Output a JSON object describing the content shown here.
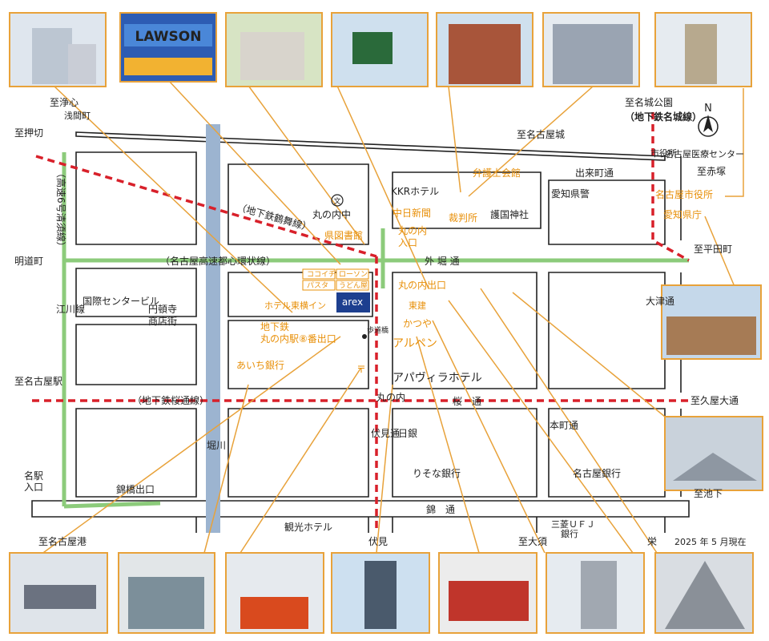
{
  "map": {
    "date_note": "2025 年 5 月現在",
    "compass": "N",
    "edges": {
      "jyoshin": "至浄心",
      "oshikiri": "至押切",
      "meidocho": "明道町",
      "meieki": "至名古屋駅",
      "meiko": "至名古屋港",
      "meijo_park": "至名城公園",
      "nagoya_castle": "至名古屋城",
      "akatsuka": "至赤塚",
      "hirata": "至平田町",
      "hisaya": "至久屋大通",
      "ikeshita": "至池下",
      "osu": "至大須",
      "sakae": "栄",
      "fushimi": "伏見"
    },
    "lines": {
      "tsurumai": "（地下鉄鶴舞線）",
      "sakuradori": "（地下鉄桜通線）",
      "meijo": "（地下鉄名城線）",
      "route6": "（高速6号清須線）",
      "loop": "（名古屋高速都心環状線）",
      "sengencho": "浅間町",
      "shiyakusho": "市役所"
    },
    "roads": {
      "sotobori": "外 堀 通",
      "sakura": "桜　通",
      "nishiki": "錦　通",
      "fushimi": "伏見通",
      "marunouchi": "丸の内",
      "egawa": "江川線",
      "horikawa": "堀川",
      "kokusai": "国際センタービル",
      "otsu": "大津通",
      "honmachi": "本町通",
      "demachi": "出来町通"
    },
    "places": {
      "marunouchi_jhs": "丸の内中",
      "school_mark": "文",
      "kkr": "KKRホテル",
      "kentoshokan": "県図書館",
      "chunichi": "中日新聞",
      "marunouchi_exit1": "丸の内",
      "marunouchi_exit2": "入口",
      "bengoshi": "弁護士会館",
      "saibansho": "裁判所",
      "gokoku": "護国神社",
      "aichi_police": "愛知県警",
      "medical": "名古屋医療センター",
      "city_hall": "名古屋市役所",
      "pref_office": "愛知県庁",
      "coco": "ココイチ",
      "lawson": "ローソン",
      "pasta": "パスタ",
      "udon": "うどん屋",
      "hotel_toyoko": "ホテル東横イン",
      "arex": "arex",
      "marunouchi_out": "丸の内出口",
      "token": "東建",
      "katsuya": "かつや",
      "ahoden": "歩道橋",
      "arupen": "アルペン",
      "apa": "アパヴィラホテル",
      "endoji": "円頓寺",
      "endoji2": "商店街",
      "subway_exit_1": "地下鉄",
      "subway_exit_2": "丸の内駅⑧番出口",
      "aichi_bank": "あいち銀行",
      "post": "〒",
      "nichigin": "日銀",
      "resona": "りそな銀行",
      "nagoya_bank": "名古屋銀行",
      "mufg1": "三菱ＵＦＪ",
      "mufg2": "銀行",
      "kanko_hotel": "観光ホテル",
      "meieki_exit1": "名駅",
      "meieki_exit2": "入口",
      "kinkyobashi_exit": "錦橋出口"
    },
    "photos": {
      "lawson_sign": "LAWSON"
    },
    "colors": {
      "road": "#8ccb7b",
      "subway": "#d8202a",
      "river": "#9cb4d0",
      "callout": "#e8a23a",
      "label_orange": "#e8900a",
      "arex": "#1d3f8f"
    }
  }
}
